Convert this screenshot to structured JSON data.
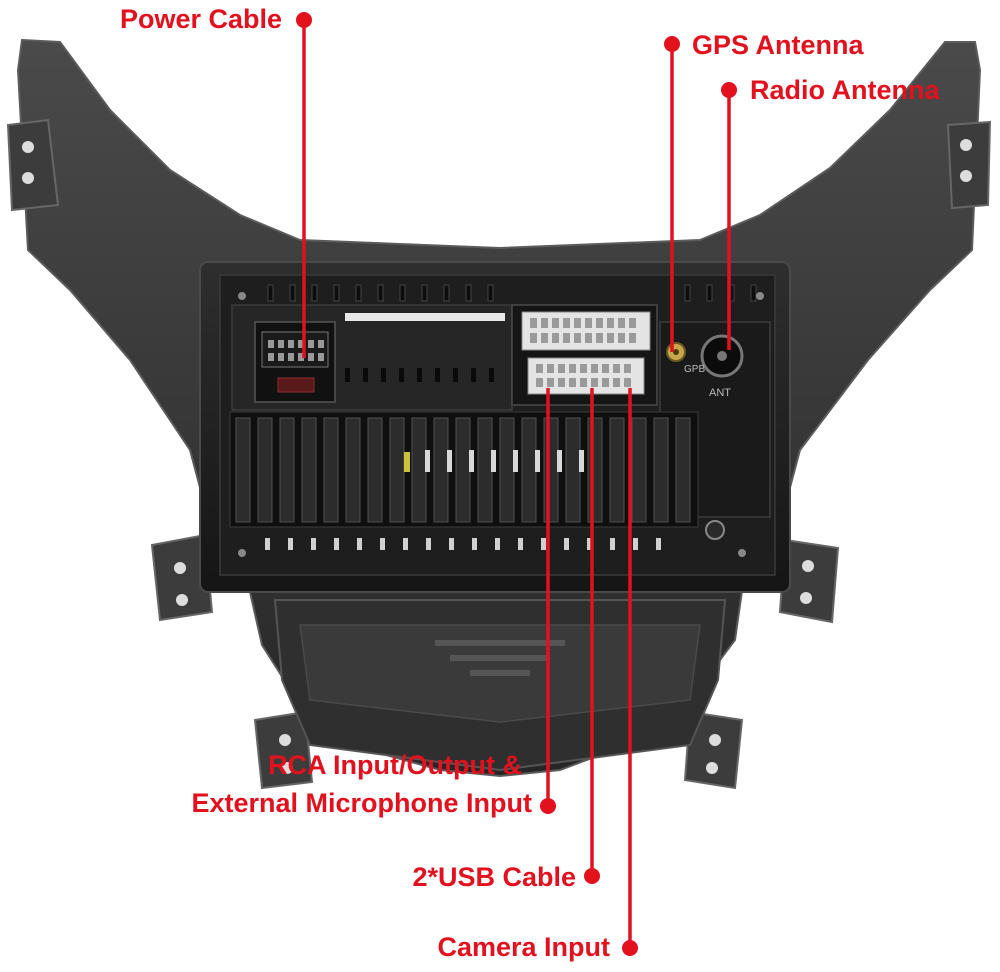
{
  "colors": {
    "callout": "#e3101e",
    "plastic": "#333333",
    "plastic_dark": "#1c1c1c",
    "edge": "#5c5c5c"
  },
  "port_labels": {
    "gps": "GPB",
    "antenna": "ANT"
  },
  "callouts": {
    "power_cable": "Power Cable",
    "gps_antenna": "GPS Antenna",
    "radio_antenna": "Radio Antenna",
    "rca_line1": "RCA Input/Output &",
    "rca_line2": "External Microphone Input",
    "usb_cable": "2*USB Cable",
    "camera_input": "Camera Input"
  }
}
